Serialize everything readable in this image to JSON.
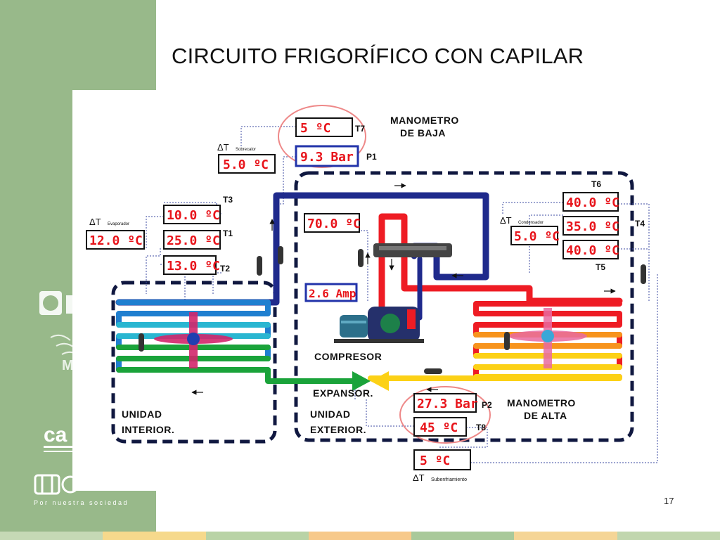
{
  "slide": {
    "title": "CIRCUITO FRIGORÍFICO CON CAPILAR",
    "page_number": "17"
  },
  "sidebar": {
    "tagline": "Por nuestra sociedad",
    "colors": {
      "background": "#98b98a",
      "logo": "#ffffff"
    }
  },
  "footer_stripe_colors": [
    "#c5d9b5",
    "#f6d98c",
    "#b9d3a6",
    "#f7c98a",
    "#a9c99a",
    "#f5d596",
    "#c1d6ae"
  ],
  "diagram": {
    "colors": {
      "hot": "#ee1c24",
      "cold": "#1f2a8c",
      "green": "#1aa33a",
      "border": "#101840",
      "display_text": "#e8141b"
    },
    "delta_t": "ΔT",
    "labels": {
      "manometro_baja": [
        "MANOMETRO",
        "DE BAJA"
      ],
      "manometro_alta": [
        "MANOMETRO",
        "DE ALTA"
      ],
      "compresor": "COMPRESOR",
      "expansor": "EXPANSOR.",
      "unidad_interior": [
        "UNIDAD",
        "INTERIOR."
      ],
      "unidad_exterior": [
        "UNIDAD",
        "EXTERIOR."
      ],
      "sobrecalor": "Sobrecalor",
      "evaporador": "Evaporador",
      "condensador": "Condensador",
      "subenfriamiento": "Subenfriamiento"
    },
    "tags": {
      "t1": "T1",
      "t2": "T2",
      "t3": "T3",
      "t4": "T4",
      "t5": "T5",
      "t6": "T6",
      "t7": "T7",
      "t8": "T8",
      "p1": "P1",
      "p2": "P2"
    },
    "readings": {
      "t7": "5 ºC",
      "p1": "9.3 Bar",
      "dt_sobrecalor": "5.0 ºC",
      "t3": "10.0 ºC",
      "dt_evaporador": "12.0 ºC",
      "t1": "25.0 ºC",
      "t2": "13.0 ºC",
      "compresor_temp": "70.0 ºC",
      "amperaje": "2.6 Amp",
      "t6": "40.0 ºC",
      "dt_condensador": "5.0 ºC",
      "t4": "35.0 ºC",
      "t5": "40.0 ºC",
      "p2": "27.3 Bar",
      "t8": "45 ºC",
      "dt_subenfriamiento": "5 ºC"
    }
  }
}
